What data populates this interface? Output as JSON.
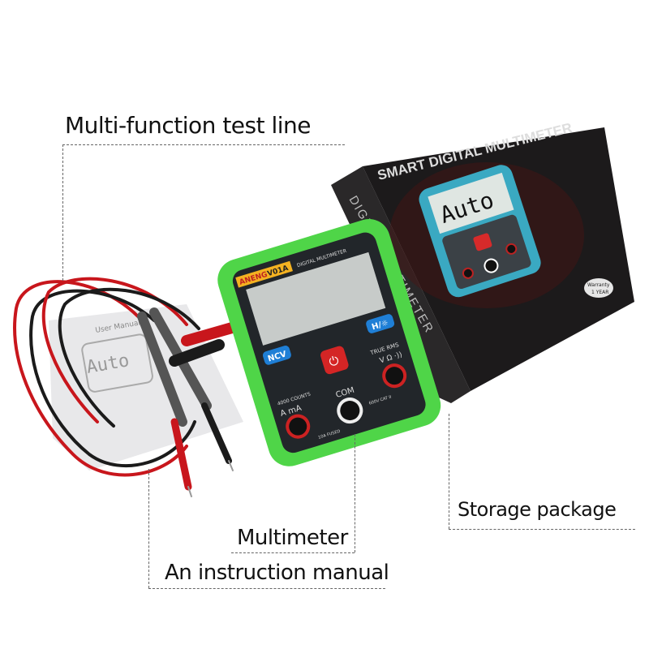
{
  "callouts": {
    "test_line": "Multi-function test line",
    "storage": "Storage package",
    "multimeter": "Multimeter",
    "manual": "An instruction manual"
  },
  "box": {
    "title": "SMART DIGITAL MULTIMETER",
    "side_text": "DIGITAL MULTIMETER",
    "display": "Auto",
    "warranty": "Warranty",
    "warranty_period": "1 YEAR",
    "color": "#1c1a1b"
  },
  "meter": {
    "brand": "ANENG",
    "model": "V01A",
    "subtitle": "DIGITAL MULTIMETER",
    "ncv": "NCV",
    "hold": "H/☼",
    "true_rms": "TRUE RMS",
    "counts": "4000 COUNTS",
    "a_ma": "A mA",
    "com": "COM",
    "v_ohm": "V Ω ·))",
    "fused": "10A FUSED",
    "cat": "600V CAT II",
    "body_color": "#4fd548"
  },
  "manual": {
    "title": "User Manual",
    "display": "Auto"
  }
}
